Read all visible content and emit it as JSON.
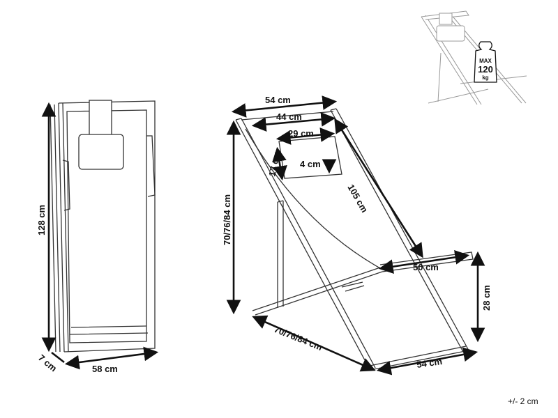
{
  "folded_view": {
    "height": "128 cm",
    "width": "58 cm",
    "depth": "7 cm"
  },
  "open_view": {
    "top_width": "54 cm",
    "inner_width": "44 cm",
    "pillow_width": "29 cm",
    "pillow_height": "17 cm",
    "pillow_thickness": "4 cm",
    "fabric_length": "105 cm",
    "height": "70/76/84 cm",
    "depth": "70/76/84 cm",
    "bottom_width": "54 cm",
    "seat_depth": "50 cm",
    "seat_height": "28 cm"
  },
  "max_load": {
    "label": "MAX",
    "value": "120",
    "unit": "kg"
  },
  "tolerance": "+/- 2 cm"
}
